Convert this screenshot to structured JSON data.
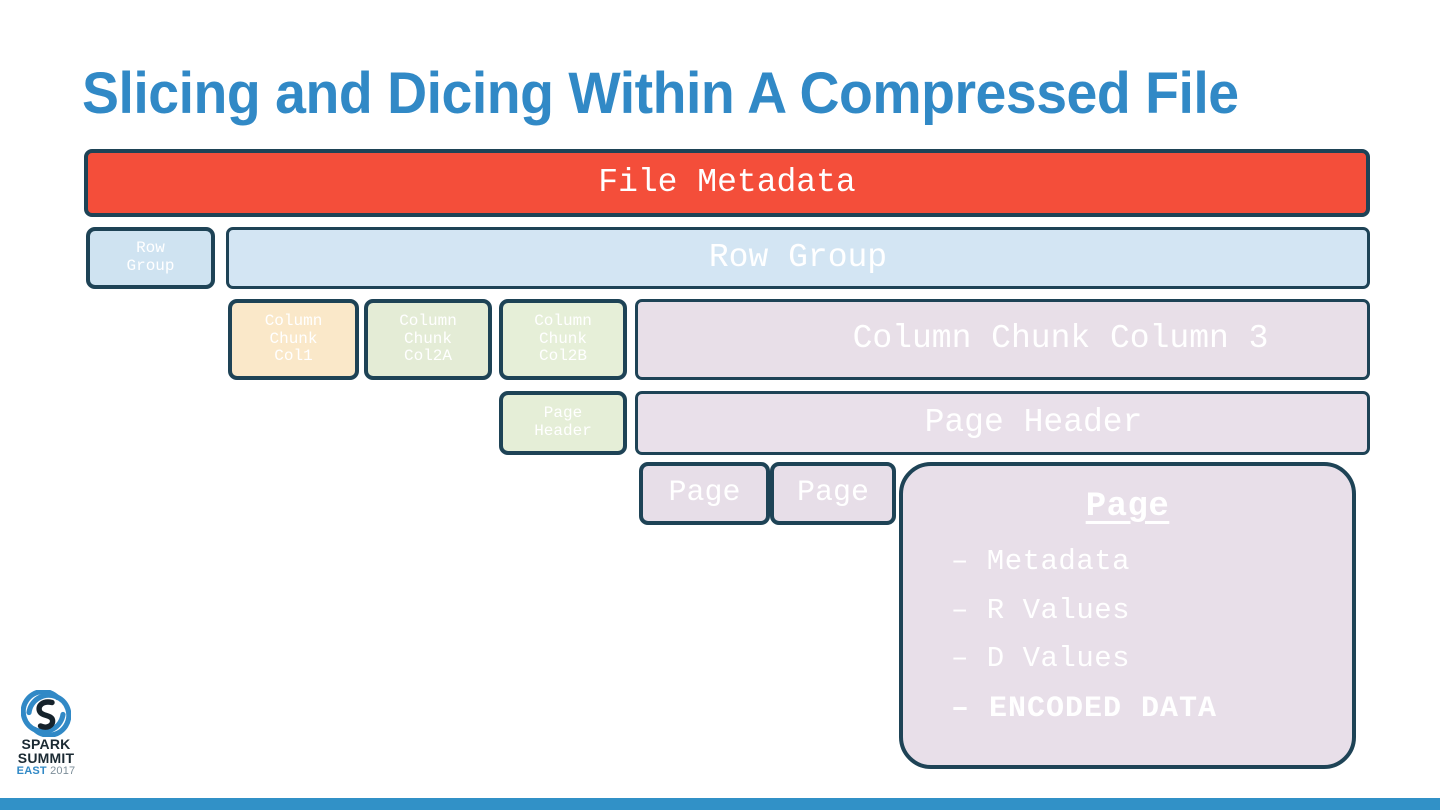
{
  "slide": {
    "title": "Slicing and Dicing Within A Compressed File",
    "title_color": "#3189c6",
    "background_color": "#ffffff"
  },
  "diagram": {
    "file_metadata": {
      "label": "File Metadata",
      "fill": "#f44e3a",
      "border": "#1e4356"
    },
    "row_group_small": {
      "label": "Row\nGroup",
      "fill": "#cfe3f1"
    },
    "row_group_wide": {
      "label": "Row Group",
      "fill": "#d3e5f3"
    },
    "column_chunks": [
      {
        "label": "Column\nChunk\nCol1",
        "fill": "#fae8c9"
      },
      {
        "label": "Column\nChunk\nCol2A",
        "fill": "#e4ecd6"
      },
      {
        "label": "Column\nChunk\nCol2B",
        "fill": "#e6efd8"
      }
    ],
    "column_chunk_wide": {
      "label": "Column Chunk Column 3",
      "fill": "#e8dfe8"
    },
    "page_header_small": {
      "label": "Page\nHeader",
      "fill": "#e5eed7"
    },
    "page_header_wide": {
      "label": "Page Header",
      "fill": "#e9e0ea"
    },
    "pages": [
      {
        "label": "Page",
        "fill": "#e7dee8"
      },
      {
        "label": "Page",
        "fill": "#e7dee8"
      }
    ],
    "page_detail": {
      "title": "Page",
      "fill": "#e8dfe9",
      "items": [
        "– Metadata",
        "– R Values",
        "– D Values",
        "– ENCODED DATA"
      ]
    }
  },
  "logo": {
    "line1": "SPARK",
    "line2": "SUMMIT",
    "line3_bold": "EAST",
    "line3_year": "2017",
    "accent_color": "#3189c6"
  },
  "footer": {
    "bar_color": "#3191c7"
  }
}
